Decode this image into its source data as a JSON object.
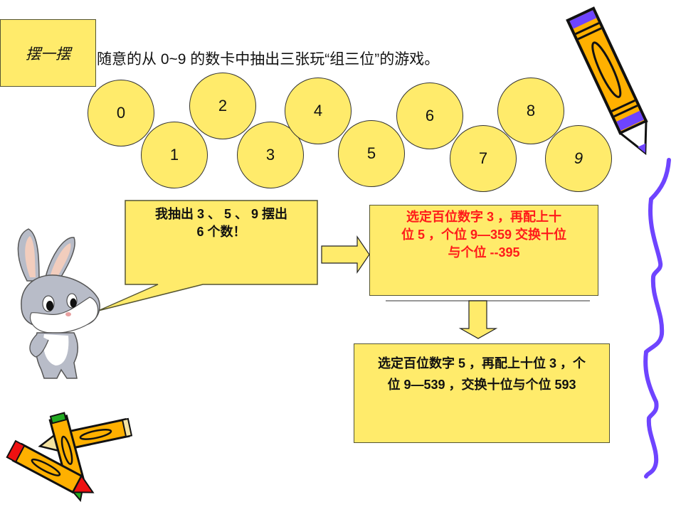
{
  "slide": {
    "label": "摆一摆",
    "instruction": "随意的从 0~9 的数卡中抽出三张玩“组三位”的游戏。"
  },
  "number_cards": [
    {
      "value": "0"
    },
    {
      "value": "1"
    },
    {
      "value": "2"
    },
    {
      "value": "3"
    },
    {
      "value": "4"
    },
    {
      "value": "5"
    },
    {
      "value": "6"
    },
    {
      "value": "7"
    },
    {
      "value": "8"
    },
    {
      "value": "9"
    }
  ],
  "speech_bubble": {
    "line1": "我抽出 3 、 5 、 9 摆出",
    "line2": "6 个数！"
  },
  "step_one": {
    "line1": "选定百位数字 3 ，再配上十",
    "line2": "位 5 ，个位 9—359 交换十位",
    "line3": "与个位 --395",
    "color": "#ff1a1a"
  },
  "step_two": {
    "line1": "选定百位数字 5 ，再配上十位 3 ，个",
    "line2": "位 9—539 ，交换十位与个位 593"
  },
  "colors": {
    "card_fill": "#ffeb6b",
    "pencil_body": "#ffb000",
    "accent_purple": "#6e44ff",
    "wavy_line": "#6e44ff"
  },
  "decorations": {
    "top_right": "pencil-icon",
    "bottom_left": "crossed-pencils-icon",
    "character": "bunny-icon",
    "right_border": "wavy-line"
  }
}
